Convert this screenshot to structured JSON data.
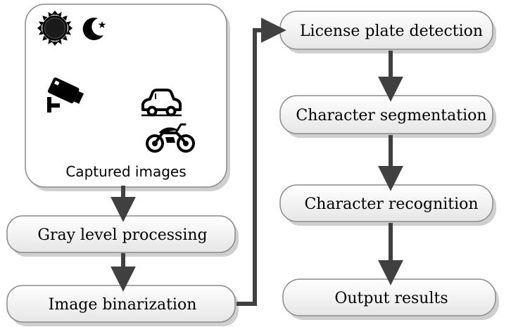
{
  "diagram": {
    "captured_box": {
      "label": "Captured images",
      "icons": [
        "sun-icon",
        "crescent-moon-star-icon",
        "surveillance-camera-icon",
        "car-icon",
        "motorcycle-icon"
      ]
    },
    "left_steps": [
      {
        "id": "gray",
        "label": "Gray level processing"
      },
      {
        "id": "binar",
        "label": "Image binarization"
      }
    ],
    "right_steps": [
      {
        "id": "detect",
        "label": "License plate detection"
      },
      {
        "id": "segment",
        "label": "Character segmentation"
      },
      {
        "id": "recog",
        "label": "Character recognition"
      },
      {
        "id": "output",
        "label": "Output results"
      }
    ],
    "colors": {
      "arrow": "#404040",
      "box_border": "#7f7f7f",
      "box_fill_top": "#ffffff",
      "box_fill_bottom": "#e8e8e8",
      "shadow": "#c8c8c8"
    }
  }
}
